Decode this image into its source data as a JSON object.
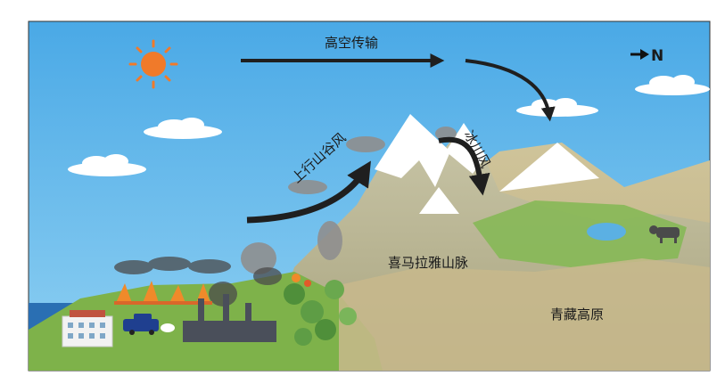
{
  "labels": {
    "high_altitude_transport": "高空传输",
    "north": "N",
    "upslope_valley_wind": "上行山谷风",
    "glacier_wind": "冰川风",
    "himalayas": "喜马拉雅山脉",
    "tibetan_plateau": "青藏高原"
  },
  "icons": [
    "sun-icon",
    "cloud-icon",
    "smoke-plume-icon",
    "fire-icon",
    "factory-icon",
    "vehicle-icon",
    "building-icon",
    "tree-icon",
    "yak-icon",
    "lake-icon",
    "north-arrow-icon"
  ],
  "colors": {
    "sky": "#6ec0ef",
    "arrow": "#1f1f1f",
    "mountain": "#b9b596",
    "snow": "#ffffff",
    "grass": "#7eb24a",
    "plateau": "#c7b98e",
    "lake": "#5bb0e3",
    "sun": "#f07a2a"
  }
}
